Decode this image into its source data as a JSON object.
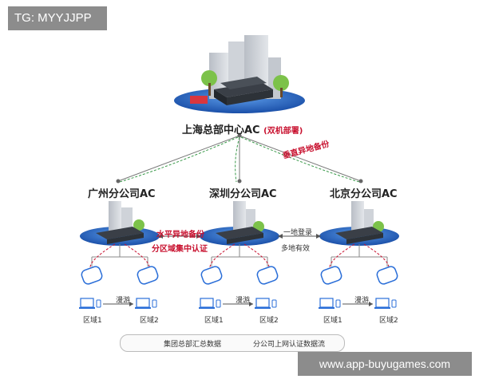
{
  "watermark_top": "TG: MYYJJPP",
  "watermark_bottom": "www.app-buyugames.com",
  "hq": {
    "label": "上海总部中心AC",
    "tag": "(双机部署)"
  },
  "branches": [
    {
      "label": "广州分公司AC",
      "zone1": "区域1",
      "zone2": "区域2",
      "roam": "漫游"
    },
    {
      "label": "深圳分公司AC",
      "zone1": "区域1",
      "zone2": "区域2",
      "roam": "漫游"
    },
    {
      "label": "北京分公司AC",
      "zone1": "区域1",
      "zone2": "区域2",
      "roam": "漫游"
    }
  ],
  "annotations": {
    "vertical_backup": "垂直异地备份",
    "horizontal_backup": "水平异地备份",
    "central_auth": "分区域集中认证",
    "login_line1": "一地登录",
    "login_line2": "多地有效"
  },
  "legend": {
    "green": "集团总部汇总数据",
    "red": "分公司上网认证数据流"
  },
  "colors": {
    "platform": "#1e5bb8",
    "green_dash": "#3a9a4a",
    "red_dash": "#c8102e",
    "line_gray": "#777777"
  }
}
